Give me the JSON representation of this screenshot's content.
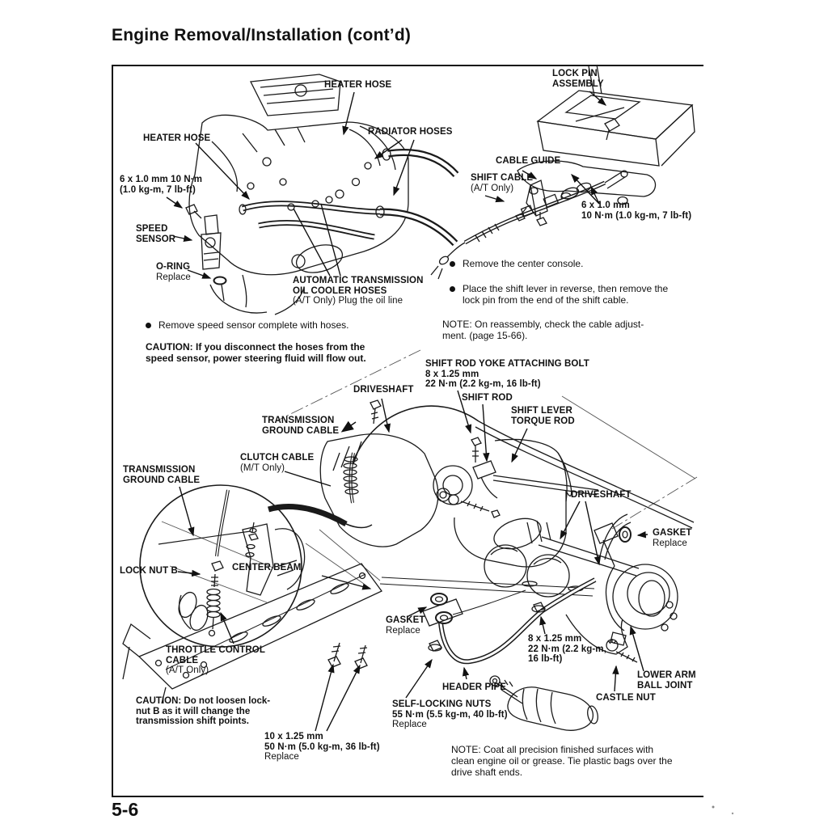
{
  "page": {
    "title": "Engine Removal/Installation (cont’d)",
    "page_number": "5-6"
  },
  "fig1": {
    "heater_hose_top": "HEATER HOSE",
    "radiator_hoses": "RADIATOR HOSES",
    "heater_hose_left": "HEATER HOSE",
    "bolt_spec": [
      "6 x 1.0 mm 10 N·m",
      "(1.0 kg-m, 7 lb-ft)"
    ],
    "speed_sensor": [
      "SPEED",
      "SENSOR"
    ],
    "o_ring": "O-RING",
    "o_ring_sub": "Replace",
    "at_cooler": [
      "AUTOMATIC TRANSMISSION",
      "OIL COOLER HOSES"
    ],
    "at_cooler_sub": "(A/T Only) Plug the oil line",
    "bullet": "Remove speed sensor complete with hoses.",
    "caution": [
      "CAUTION: If you disconnect the hoses from the",
      "speed sensor, power steering fluid will flow out."
    ]
  },
  "fig2": {
    "lock_pin": [
      "LOCK PIN",
      "ASSEMBLY"
    ],
    "cable_guide": "CABLE GUIDE",
    "shift_cable": "SHIFT CABLE",
    "shift_cable_sub": "(A/T Only)",
    "bolt_spec": [
      "6 x 1.0 mm",
      "10 N·m (1.0 kg-m, 7 lb-ft)"
    ],
    "bullet1": "Remove the center console.",
    "bullet2": [
      "Place the shift lever in reverse, then remove the",
      "lock pin from the end of the shift cable."
    ],
    "note": [
      "NOTE: On reassembly, check the cable adjust-",
      "ment. (page 15-66)."
    ]
  },
  "fig3": {
    "shift_rod_yoke": [
      "SHIFT ROD YOKE ATTACHING BOLT",
      "8 x 1.25 mm",
      "22 N·m (2.2 kg-m, 16 lb-ft)"
    ],
    "driveshaft_mid": "DRIVESHAFT",
    "shift_rod": "SHIFT ROD",
    "shift_lever": [
      "SHIFT LEVER",
      "TORQUE ROD"
    ],
    "trans_ground_upper": [
      "TRANSMISSION",
      "GROUND CABLE"
    ],
    "clutch_cable": "CLUTCH CABLE",
    "clutch_cable_sub": "(M/T Only)",
    "trans_ground_left": [
      "TRANSMISSION",
      "GROUND CABLE"
    ],
    "driveshaft_right": "DRIVESHAFT",
    "gasket_right": "GASKET",
    "gasket_right_sub": "Replace",
    "lock_nut_b": "LOCK NUT B",
    "center_beam": "CENTER BEAM",
    "gasket_center": "GASKET",
    "gasket_center_sub": "Replace",
    "bolt_spec_right": [
      "8 x 1.25 mm",
      "22 N·m (2.2 kg-m,",
      "16 lb-ft)"
    ],
    "throttle": [
      "THROTTLE CONTROL",
      "CABLE"
    ],
    "throttle_sub": "(A/T Only)",
    "lower_arm": [
      "LOWER ARM",
      "BALL JOINT"
    ],
    "castle_nut": "CASTLE NUT",
    "header_pipe": "HEADER PIPE",
    "self_locking": [
      "SELF-LOCKING NUTS",
      "55 N·m (5.5 kg-m, 40 lb-ft)"
    ],
    "self_locking_sub": "Replace",
    "caution": [
      "CAUTION: Do not loosen lock-",
      "nut B as it will change the",
      "transmission shift points."
    ],
    "bolt_spec_beam": [
      "10 x 1.25 mm",
      "50 N·m (5.0 kg-m, 36 lb-ft)"
    ],
    "bolt_spec_beam_sub": "Replace",
    "note": [
      "NOTE: Coat all precision finished surfaces with",
      "clean engine oil or grease. Tie plastic bags over the",
      "drive shaft ends."
    ]
  }
}
